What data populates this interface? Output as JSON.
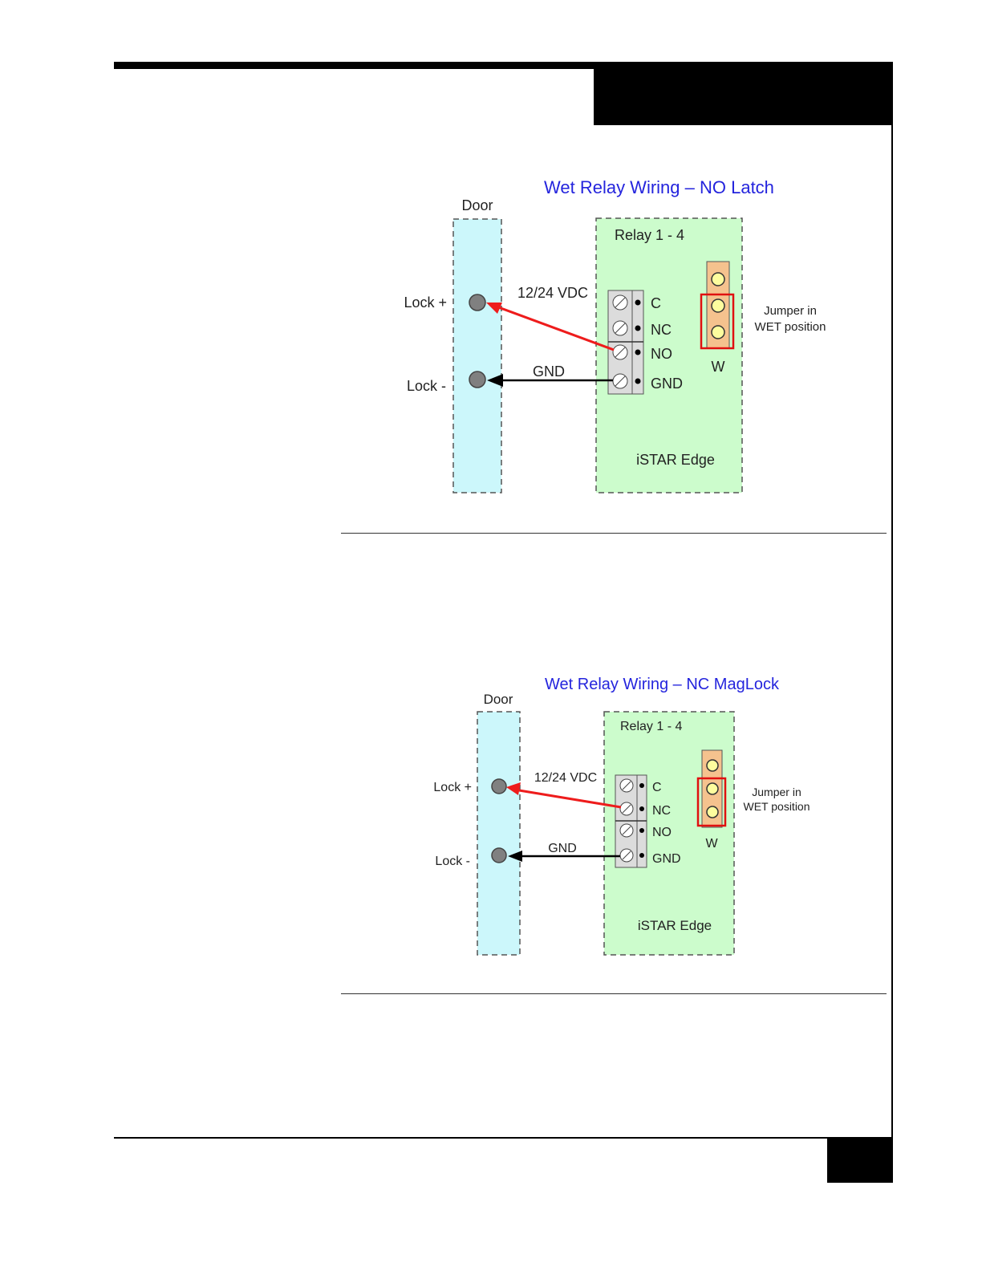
{
  "diagrams": [
    {
      "title": "Wet Relay Wiring – NO Latch",
      "door_label": "Door",
      "lock_plus": "Lock +",
      "lock_minus": "Lock -",
      "voltage_label": "12/24 VDC",
      "gnd_wire_label": "GND",
      "relay_label": "Relay 1 - 4",
      "terminals": [
        "C",
        "NC",
        "NO",
        "GND"
      ],
      "jumper_note_line1": "Jumper in",
      "jumper_note_line2": "WET position",
      "jumper_pin_label": "W",
      "board_label": "iSTAR Edge",
      "positive_terminal": "NO"
    },
    {
      "title": "Wet Relay Wiring – NC MagLock",
      "door_label": "Door",
      "lock_plus": "Lock +",
      "lock_minus": "Lock -",
      "voltage_label": "12/24 VDC",
      "gnd_wire_label": "GND",
      "relay_label": "Relay 1 - 4",
      "terminals": [
        "C",
        "NC",
        "NO",
        "GND"
      ],
      "jumper_note_line1": "Jumper in",
      "jumper_note_line2": "WET position",
      "jumper_pin_label": "W",
      "board_label": "iSTAR Edge",
      "positive_terminal": "NC"
    }
  ],
  "colors": {
    "title": "#2424dd",
    "door_fill": "#ccf7fb",
    "board_fill": "#ccfccc",
    "positive_wire": "#ee1c1c",
    "ground_wire": "#000000",
    "jumper_fill": "#f5c28e",
    "jumper_pin": "#fdfd9e",
    "jumper_highlight": "#e01010",
    "terminal_fill": "#dcdcdc"
  }
}
